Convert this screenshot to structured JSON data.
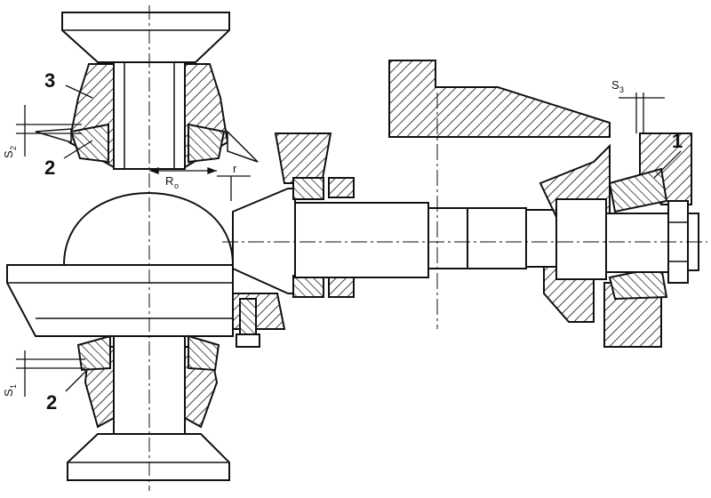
{
  "labels": {
    "callout_1": "1",
    "callout_2_upper": "2",
    "callout_2_lower": "2",
    "callout_3": "3",
    "s1": "S",
    "s1_sub": "1",
    "s2": "S",
    "s2_sub": "2",
    "s3": "S",
    "s3_sub": "3",
    "r0": "R",
    "r0_sub": "o",
    "r": "r"
  }
}
